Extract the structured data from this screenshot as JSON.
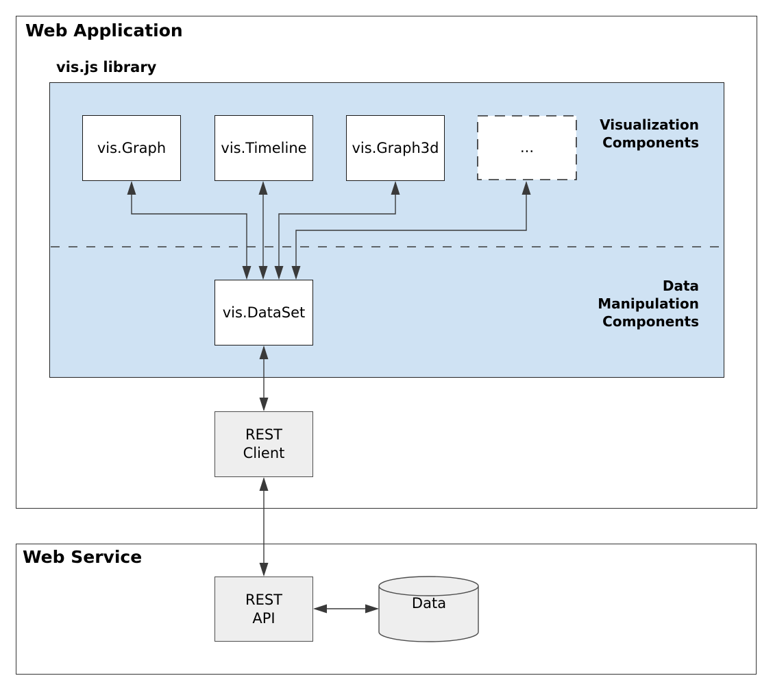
{
  "web_application": {
    "title": "Web Application",
    "library_label": "vis.js library",
    "annotations": {
      "visualization_line1": "Visualization",
      "visualization_line2": "Components",
      "manipulation_line1": "Data",
      "manipulation_line2": "Manipulation",
      "manipulation_line3": "Components"
    },
    "components": {
      "vis_graph": "vis.Graph",
      "vis_timeline": "vis.Timeline",
      "vis_graph3d": "vis.Graph3d",
      "more_placeholder": "...",
      "vis_dataset": "vis.DataSet",
      "rest_client_line1": "REST",
      "rest_client_line2": "Client"
    }
  },
  "web_service": {
    "title": "Web Service",
    "components": {
      "rest_api_line1": "REST",
      "rest_api_line2": "API",
      "data_store": "Data"
    }
  },
  "colors": {
    "library_fill": "#cfe2f3",
    "component_fill": "#ffffff",
    "service_fill": "#eeeeee",
    "border": "#333333",
    "connector": "#3a3a3a"
  }
}
